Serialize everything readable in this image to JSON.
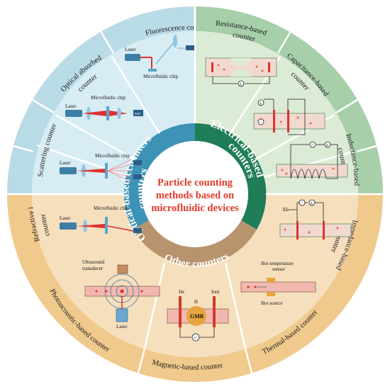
{
  "center": {
    "line1": "Particle counting",
    "line2": "methods based on",
    "line3": "microfluidic devices"
  },
  "categories": {
    "optical_a": "Optical-based ccounters",
    "optical_b": "counters",
    "electrical_a": "Electrical-based nters",
    "electrical_b": "counters",
    "other": "Other counters"
  },
  "outer_labels": {
    "fluorescence": "Fluorescence counter",
    "optical_absorbed_a": "Optical absorbed",
    "optical_absorbed_b": "counter",
    "scattering": "Scattering counter",
    "refractive_a": "Refractive index",
    "refractive_b": "counter",
    "resistance_a": "Resistance-based",
    "resistance_b": "counter",
    "capacitance_a": "Capacitance-based",
    "capacitance_b": "counter",
    "inductance_a": "Inductance-based",
    "inductance_b": "counter",
    "impedance_a": "Impedance-based",
    "impedance_b": "counter",
    "photoacoustic": "Photoacoustic-based counter",
    "magnetic": "Magnetic-based counter",
    "thermal": "Thermal-based counter"
  },
  "diagram_labels": {
    "laser": "Laser",
    "microfluidic_chip": "Microfluidic chip",
    "pmt": "PMT",
    "ammeter": "A",
    "ac": "~",
    "xl": "XL",
    "ultrasound_1": "Ultrasound",
    "ultrasound_2": "transducer",
    "hot_sensor_1": "Hot temperature",
    "hot_sensor_2": "sensor",
    "hot_source": "Hot source",
    "i_in": "Iin",
    "i_out": "Iout",
    "h": "H",
    "gmr": "GMR",
    "v": "V"
  },
  "colors": {
    "optical_outer": "#b9dbe6",
    "optical_inner": "#d7ecf3",
    "optical_band": "#3d93b6",
    "electrical_outer": "#a7cfa9",
    "electrical_inner": "#dcebd5",
    "electrical_band": "#1f7d57",
    "other_outer": "#f0c98c",
    "other_inner": "#f5dfbd",
    "other_band": "#b8946e",
    "center_text": "#e03a2a"
  }
}
